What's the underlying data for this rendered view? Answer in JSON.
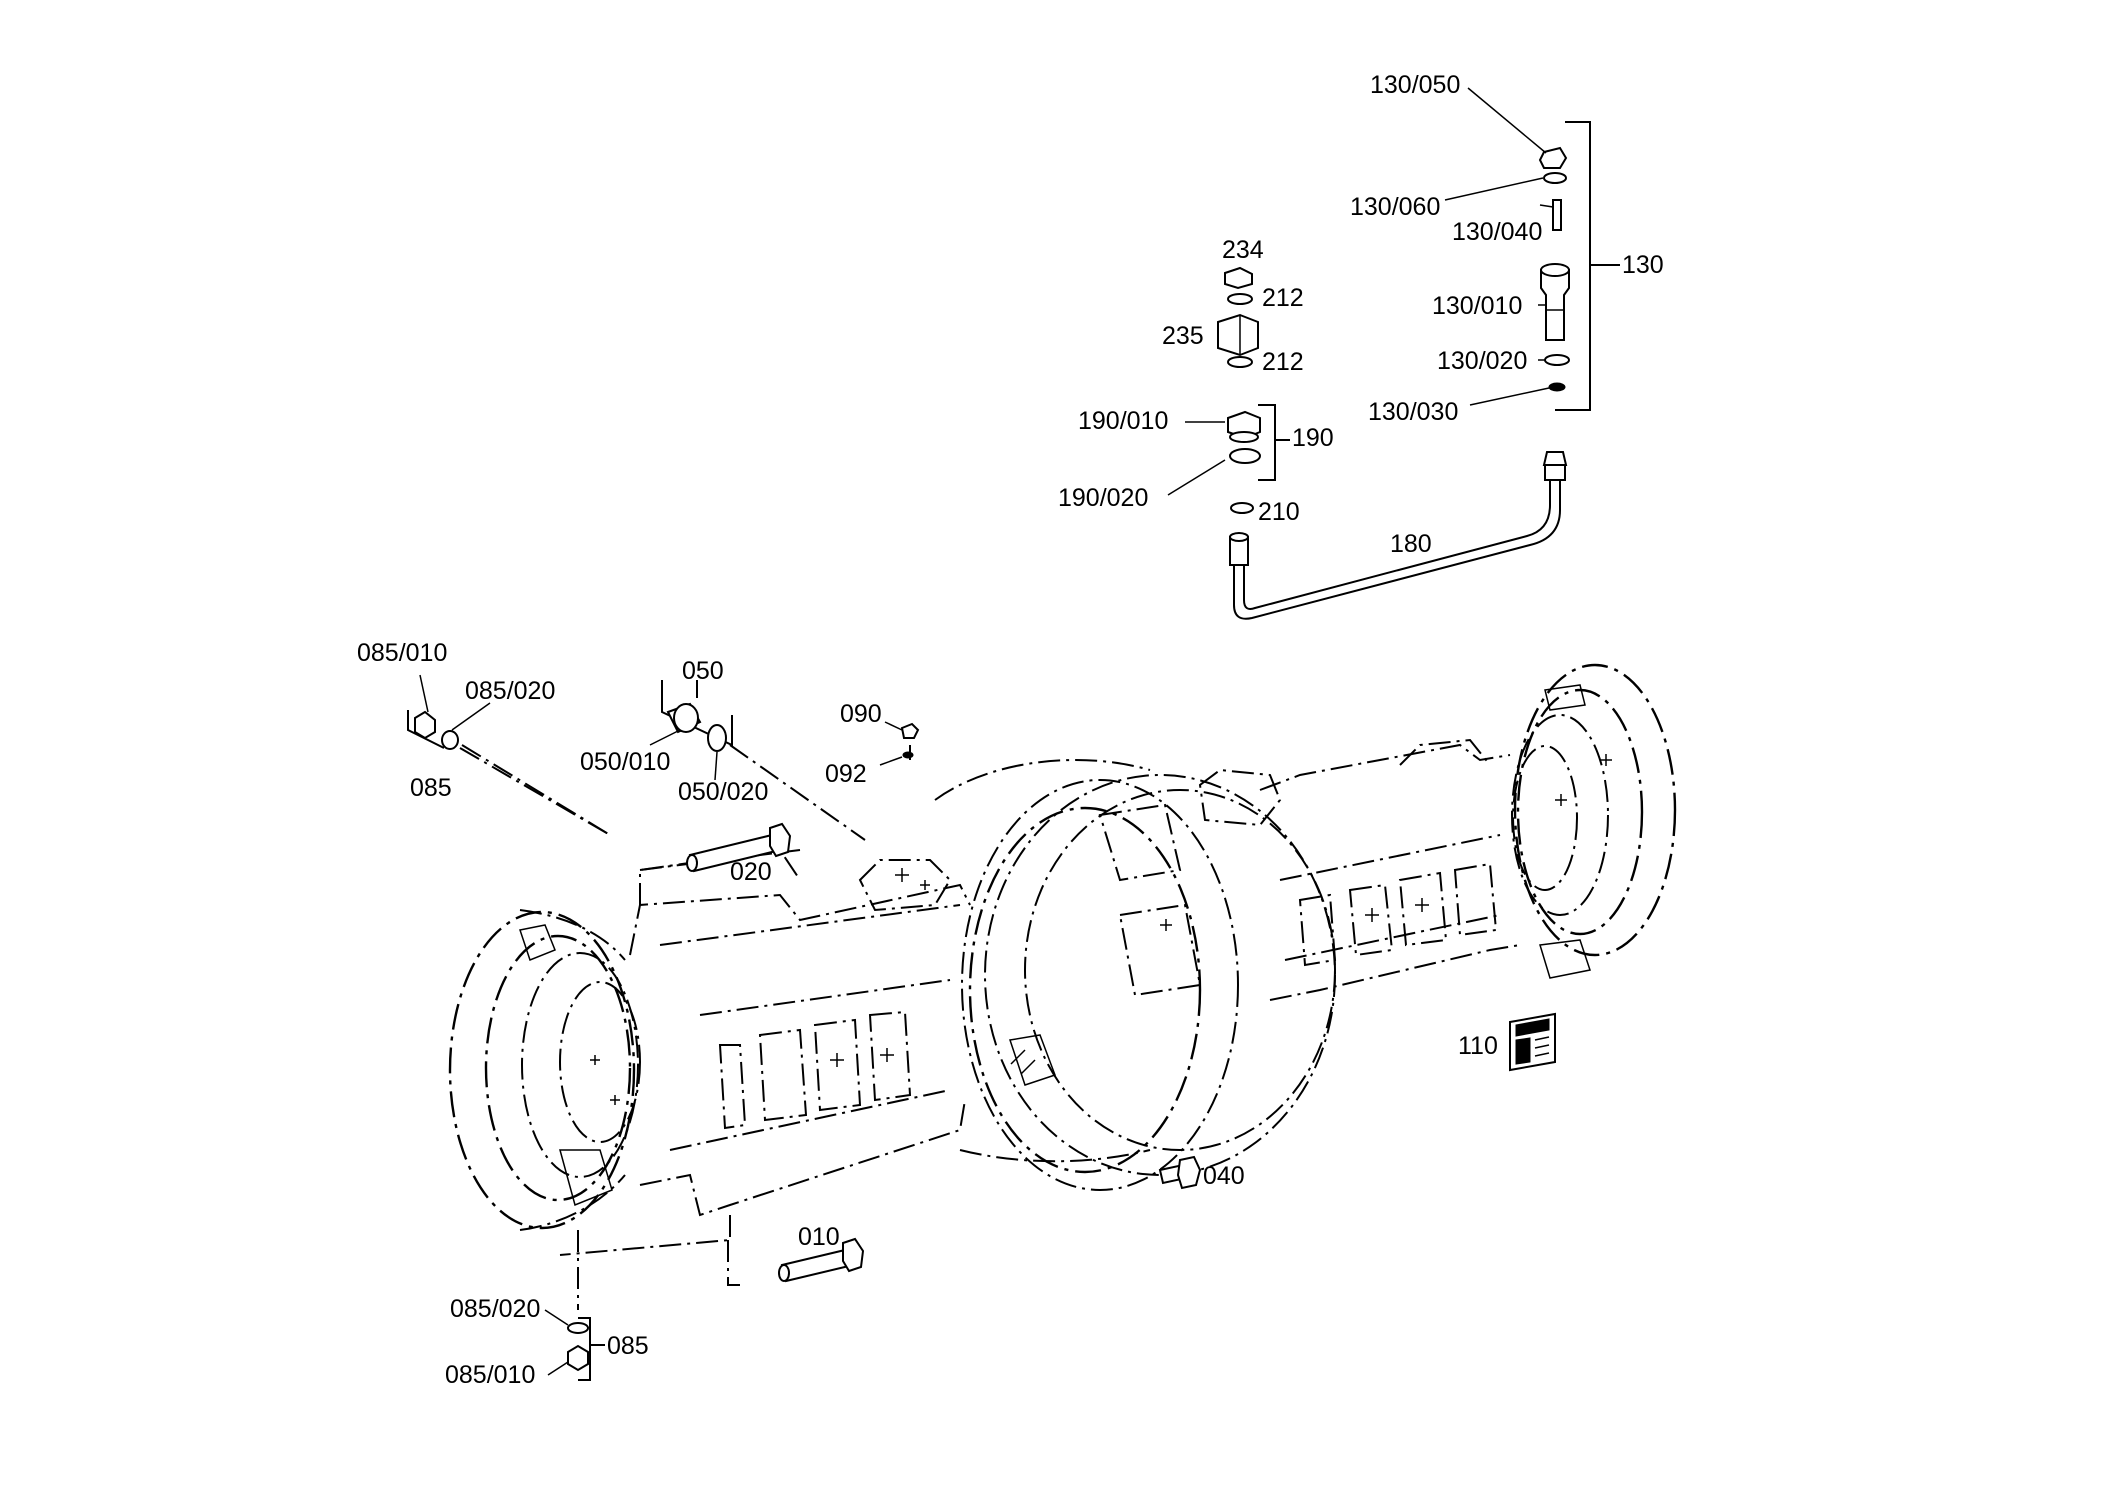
{
  "labels": {
    "l130_050": "130/050",
    "l130_060": "130/060",
    "l130_040": "130/040",
    "l130": "130",
    "l130_010": "130/010",
    "l130_020": "130/020",
    "l130_030": "130/030",
    "l234": "234",
    "l212a": "212",
    "l235": "235",
    "l212b": "212",
    "l190_010": "190/010",
    "l190": "190",
    "l190_020": "190/020",
    "l210": "210",
    "l180": "180",
    "l085_010_top": "085/010",
    "l085_020_top": "085/020",
    "l085_top": "085",
    "l050": "050",
    "l050_010": "050/010",
    "l050_020": "050/020",
    "l090": "090",
    "l092": "092",
    "l020": "020",
    "l110": "110",
    "l040": "040",
    "l010": "010",
    "l085_020_bot": "085/020",
    "l085_bot": "085",
    "l085_010_bot": "085/010"
  },
  "icons": {
    "plate": "type-plate-icon",
    "axle": "axle-housing-drawing"
  }
}
